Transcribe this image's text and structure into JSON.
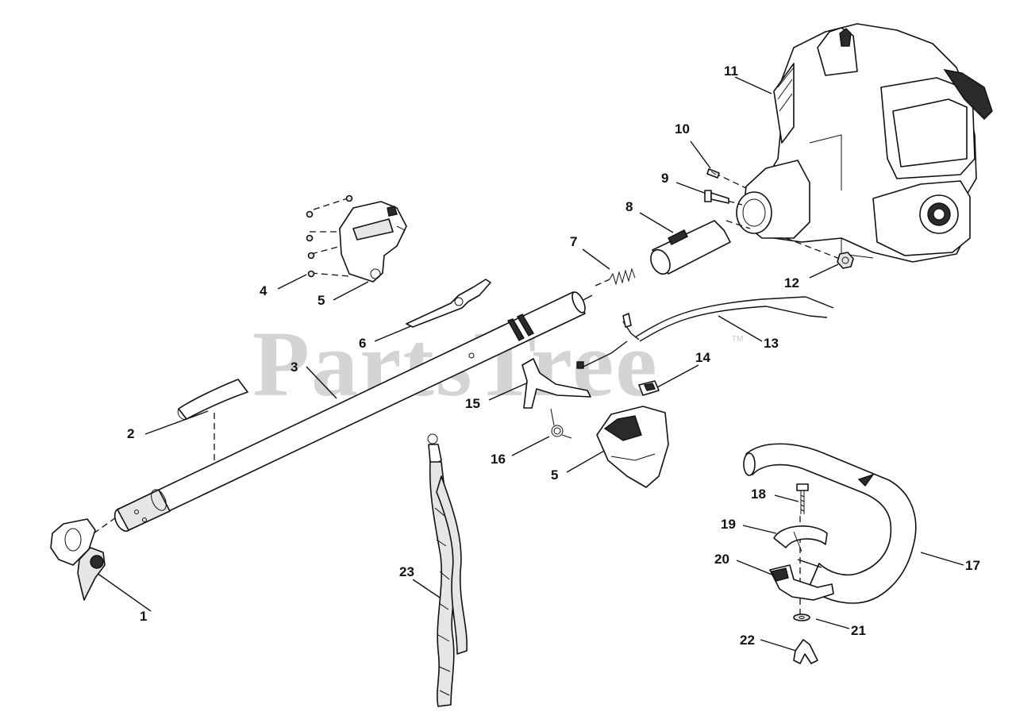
{
  "watermark": {
    "text": "PartsTree",
    "tm": "TM"
  },
  "callouts": [
    "1",
    "2",
    "3",
    "4",
    "5",
    "5",
    "6",
    "7",
    "8",
    "9",
    "10",
    "11",
    "12",
    "13",
    "14",
    "15",
    "16",
    "17",
    "18",
    "19",
    "20",
    "21",
    "22",
    "23"
  ]
}
